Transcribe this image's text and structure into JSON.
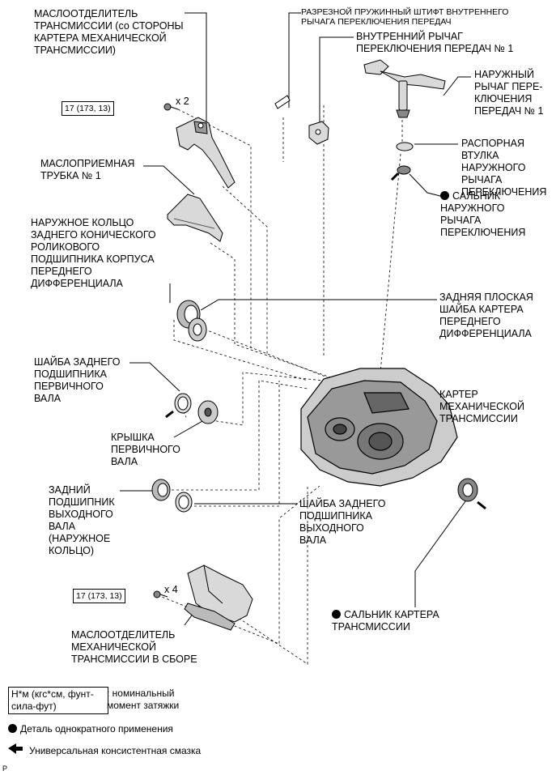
{
  "labels": {
    "oil_separator_case_side": "МАСЛООТДЕЛИТЕЛЬ\nТРАНСМИССИИ (со СТОРОНЫ\nКАРТЕРА МЕХАНИЧЕСКОЙ\nТРАНСМИССИИ)",
    "slotted_pin": "РАЗРЕЗНОЙ ПРУЖИННЫЙ ШТИФТ ВНУТРЕННЕГО\nРЫЧАГА ПЕРЕКЛЮЧЕНИЯ ПЕРЕДАЧ",
    "inner_lever": "ВНУТРЕННИЙ РЫЧАГ\nПЕРЕКЛЮЧЕНИЯ ПЕРЕДАЧ № 1",
    "outer_lever": "НАРУЖНЫЙ\nРЫЧАГ ПЕРЕ-\nКЛЮЧЕНИЯ\nПЕРЕДАЧ № 1",
    "spacer": "РАСПОРНАЯ\nВТУЛКА\nНАРУЖНОГО\nРЫЧАГА\nПЕРЕКЛЮЧЕНИЯ",
    "oil_seal_lever": "САЛЬНИК\nНАРУЖНОГО\nРЫЧАГА\nПЕРЕКЛЮЧЕНИЯ",
    "oil_pipe": "МАСЛОПРИЕМНАЯ\nТРУБКА № 1",
    "outer_race": "НАРУЖНОЕ КОЛЬЦО\nЗАДНЕГО КОНИЧЕСКОГО\nРОЛИКОВОГО\nПОДШИПНИКА КОРПУСА\nПЕРЕДНЕГО\nДИФФЕРЕНЦИАЛА",
    "thrust_washer": "ЗАДНЯЯ ПЛОСКАЯ\nШАЙБА КАРТЕРА\nПЕРЕДНЕГО\nДИФФЕРЕНЦИАЛА",
    "input_shim": "ШАЙБА ЗАДНЕГО\nПОДШИПНИКА\nПЕРВИЧНОГО\nВАЛА",
    "input_cover": "КРЫШКА\nПЕРВИЧНОГО\nВАЛА",
    "case": "КАРТЕР\nМЕХАНИЧЕСКОЙ\nТРАНСМИССИИ",
    "output_bearing": "ЗАДНИЙ\nПОДШИПНИК\nВЫХОДНОГО\nВАЛА\n(НАРУЖНОЕ\nКОЛЬЦО)",
    "output_shim": "ШАЙБА ЗАДНЕГО\nПОДШИПНИКА\nВЫХОДНОГО\nВАЛА",
    "case_oil_seal": "САЛЬНИК КАРТЕРА\nТРАНСМИССИИ",
    "oil_separator_assy": "МАСЛООТДЕЛИТЕЛЬ\nМЕХАНИЧЕСКОЙ\nТРАНСМИССИИ В СБОРЕ"
  },
  "torque": {
    "top_value": "17 (173, 13)",
    "top_qty": "x 2",
    "bottom_value": "17 (173, 13)",
    "bottom_qty": "x 4"
  },
  "legend": {
    "torque_unit": "Н*м (кгс*см, фунт-\nсила-фут)",
    "torque_desc": ": номинальный\nмомент затяжки",
    "non_reusable": "Деталь однократного применения",
    "grease": "Универсальная консистентная смазка"
  },
  "corner_mark": "P",
  "colors": {
    "ink": "#000000",
    "part_fill": "#d9d9d9",
    "part_dark": "#555555"
  }
}
